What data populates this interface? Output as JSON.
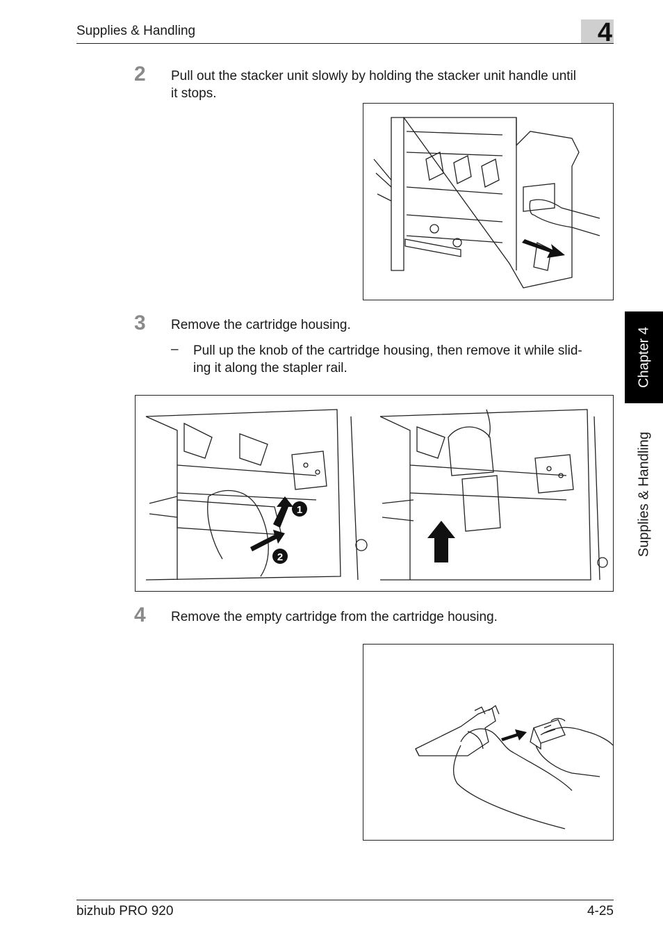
{
  "header": {
    "title": "Supplies & Handling",
    "chapter_number": "4"
  },
  "steps": [
    {
      "number": "2",
      "text_line1": "Pull out the stacker unit slowly by holding the stacker unit handle until",
      "text_line2": "it stops."
    },
    {
      "number": "3",
      "text": "Remove the cartridge housing.",
      "sub_dash": "–",
      "sub_line1": "Pull up the knob of the cartridge housing, then remove it while slid-",
      "sub_line2": "ing it along the stapler rail."
    },
    {
      "number": "4",
      "text": "Remove the empty cartridge from the cartridge housing."
    }
  ],
  "figure2": {
    "callout1": "1",
    "callout2": "2"
  },
  "side_tab": {
    "chapter": "Chapter 4",
    "section": "Supplies & Handling"
  },
  "footer": {
    "product": "bizhub PRO 920",
    "page": "4-25"
  }
}
